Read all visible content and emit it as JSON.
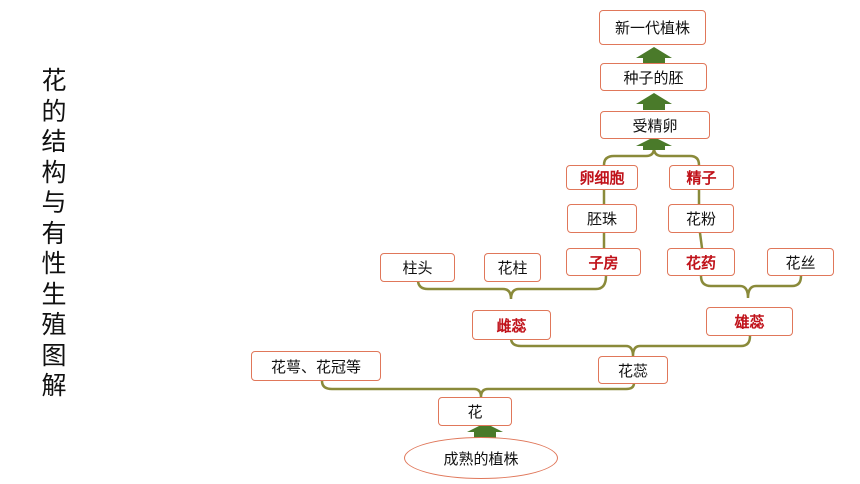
{
  "title": "花的结构与有性生殖图解",
  "nodes": {
    "new_plant": "新一代植株",
    "embryo": "种子的胚",
    "zygote": "受精卵",
    "egg_cell": "卵细胞",
    "sperm": "精子",
    "ovule": "胚珠",
    "pollen": "花粉",
    "stigma": "柱头",
    "style": "花柱",
    "ovary": "子房",
    "anther": "花药",
    "filament": "花丝",
    "pistil": "雌蕊",
    "stamen": "雄蕊",
    "sepal_petal": "花萼、花冠等",
    "stamens_pistils": "花蕊",
    "flower": "花",
    "mature_plant": "成熟的植株"
  },
  "colors": {
    "box_border": "#e0775a",
    "highlight_text": "#c0121a",
    "brace_line": "#8a8a3a",
    "arrow": "#4a7a2a"
  }
}
